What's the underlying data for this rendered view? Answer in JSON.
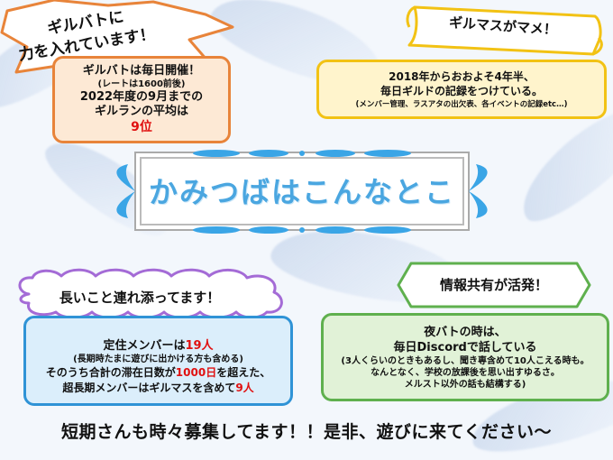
{
  "burst": {
    "line1": "ギルバトに",
    "line2": "力を入れています！",
    "color": "#e8843a"
  },
  "orange_box": {
    "line1": "ギルバトは毎日開催！",
    "line2": "(レートは1600前後)",
    "line3": "2022年度の9月までの",
    "line4": "ギルランの平均は",
    "line5": "9位",
    "border": "#e8843a",
    "fill": "#fde9d5"
  },
  "ribbon": {
    "text": "ギルマスがマメ！",
    "color": "#f2c214"
  },
  "yellow_box": {
    "line1": "2018年からおおよそ4年半、",
    "line2": "毎日ギルドの記録をつけている。",
    "line3": "(メンバー管理、ラスアタの出欠表、各イベントの記録etc…)"
  },
  "title": {
    "text": "かみつばはこんなとこ",
    "color": "#4aa6e0"
  },
  "cloud": {
    "text": "長いこと連れ添ってます！"
  },
  "blue_box": {
    "l1_a": "定住メンバーは",
    "l1_b": "19人",
    "l2": "(長期時たまに遊びに出かける方も含める)",
    "l3_a": "そのうち合計の滞在日数が",
    "l3_b": "1000日",
    "l3_c": "を超えた、",
    "l4_a": "超長期メンバーはギルマスを含めて",
    "l4_b": "9人"
  },
  "hexagon": {
    "text": "情報共有が活発！",
    "color": "#5fb04e"
  },
  "green_box": {
    "line1": "夜バトの時は、",
    "line2": "毎日Discordで話している",
    "line3": "(3人くらいのときもあるし、聞き専含めて10人こえる時も。",
    "line4": "なんとなく、学校の放課後を思い出すゆるさ。",
    "line5": "メルスト以外の話も結構する)"
  },
  "footer": {
    "text": "短期さんも時々募集してます！！是非、遊びに来てください～"
  }
}
